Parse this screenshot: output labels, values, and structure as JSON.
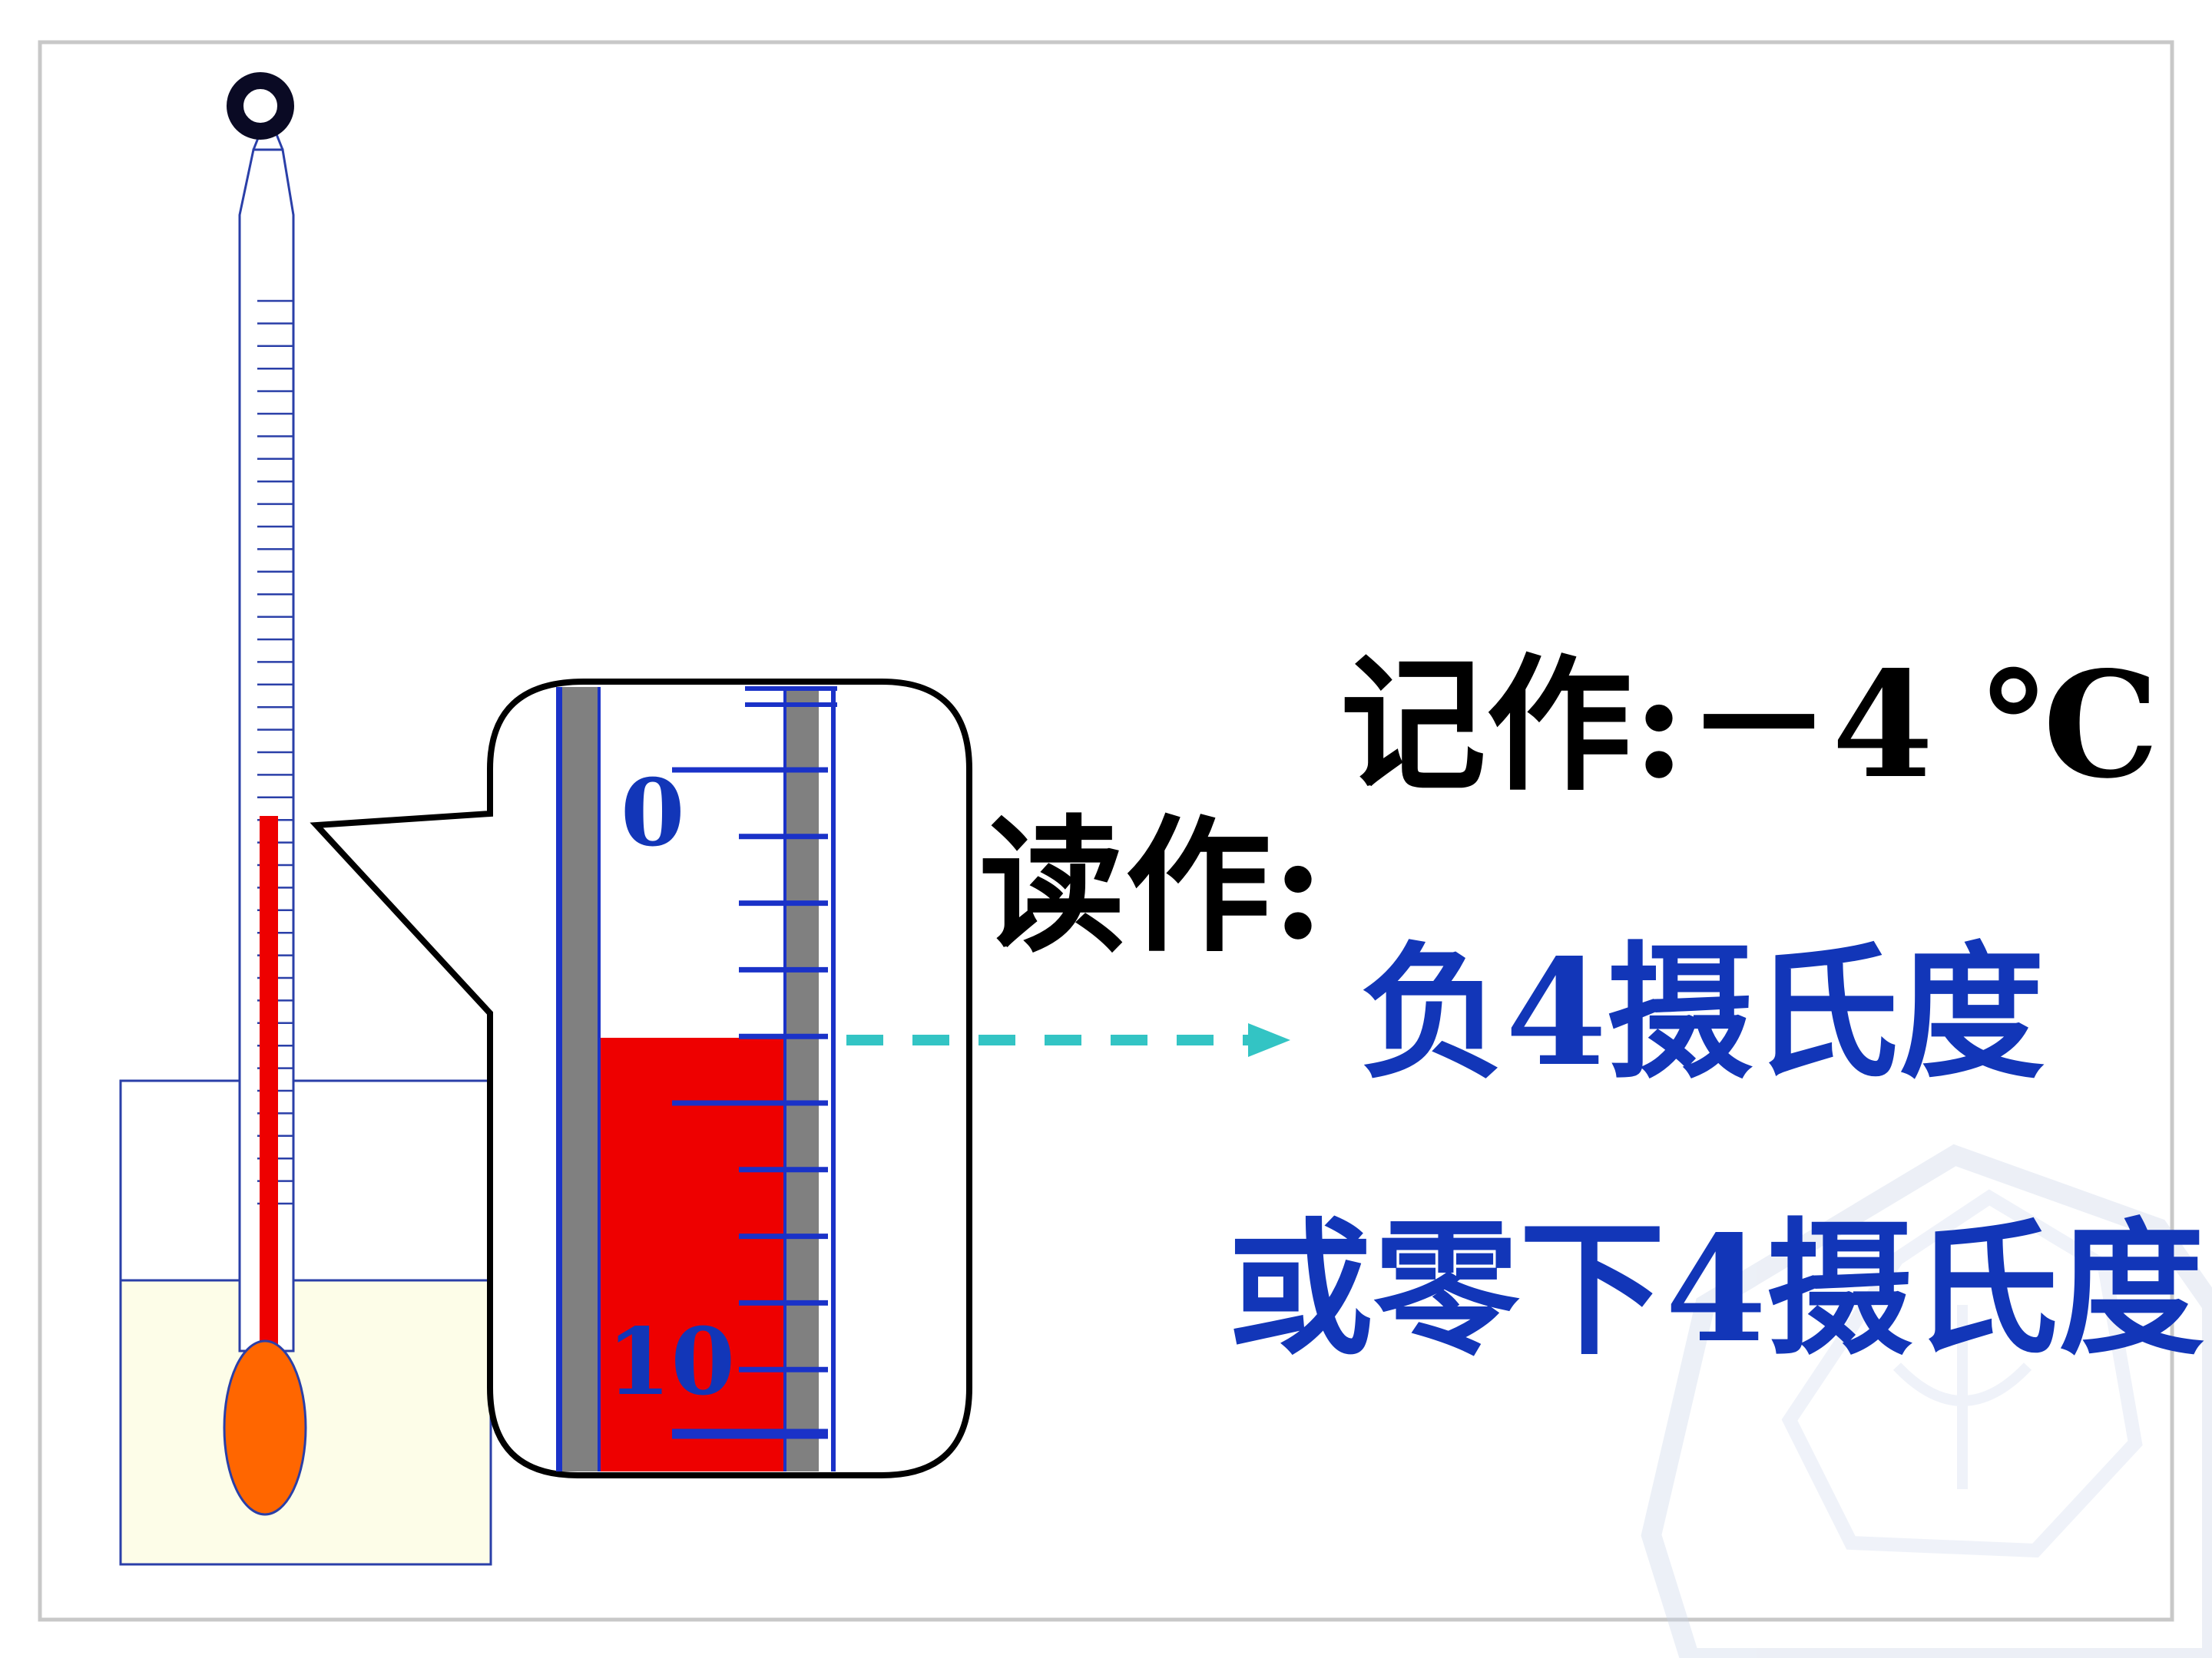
{
  "labels": {
    "record": "记作:－4 ℃",
    "read_prefix": "读作:",
    "reading_line1": "负4摄氏度",
    "reading_line2": "或零下4摄氏度"
  },
  "scale": {
    "zero_label": "0",
    "ten_label": "10"
  },
  "reading": {
    "value": -4,
    "unit": "℃"
  },
  "colors": {
    "text": "#000000",
    "accent_blue": "#1236b8",
    "liquid_red": "#ee0000",
    "bulb_orange": "#ff6600",
    "arrow_teal": "#33c4c4",
    "beaker_fill": "#fdfde8",
    "gray_strip": "#808080",
    "frame": "#c8c8c8"
  }
}
